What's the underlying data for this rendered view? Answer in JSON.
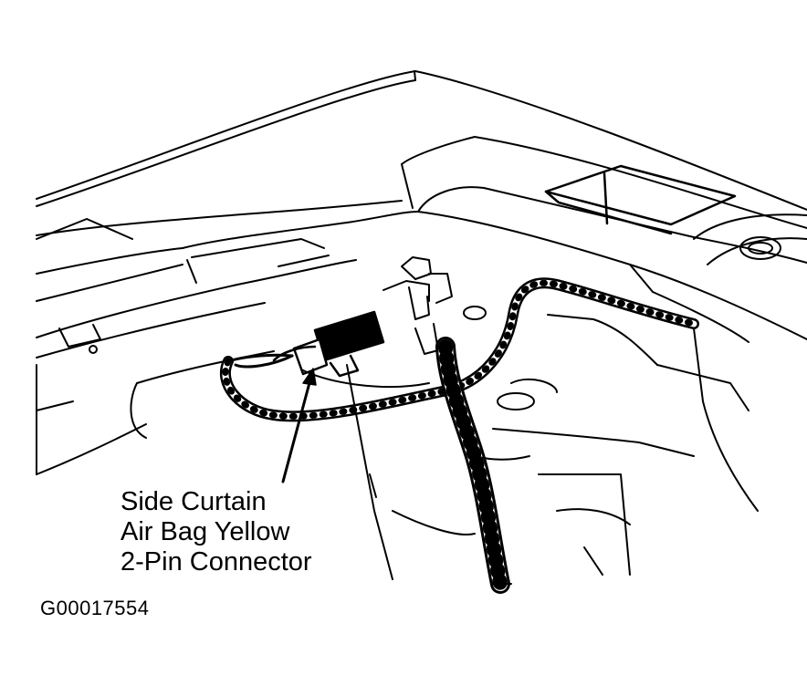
{
  "callout": {
    "line1": "Side Curtain",
    "line2": "Air Bag Yellow",
    "line3": "2-Pin Connector"
  },
  "figure_id": "G00017554",
  "colors": {
    "ink": "#000000",
    "paper": "#ffffff"
  }
}
